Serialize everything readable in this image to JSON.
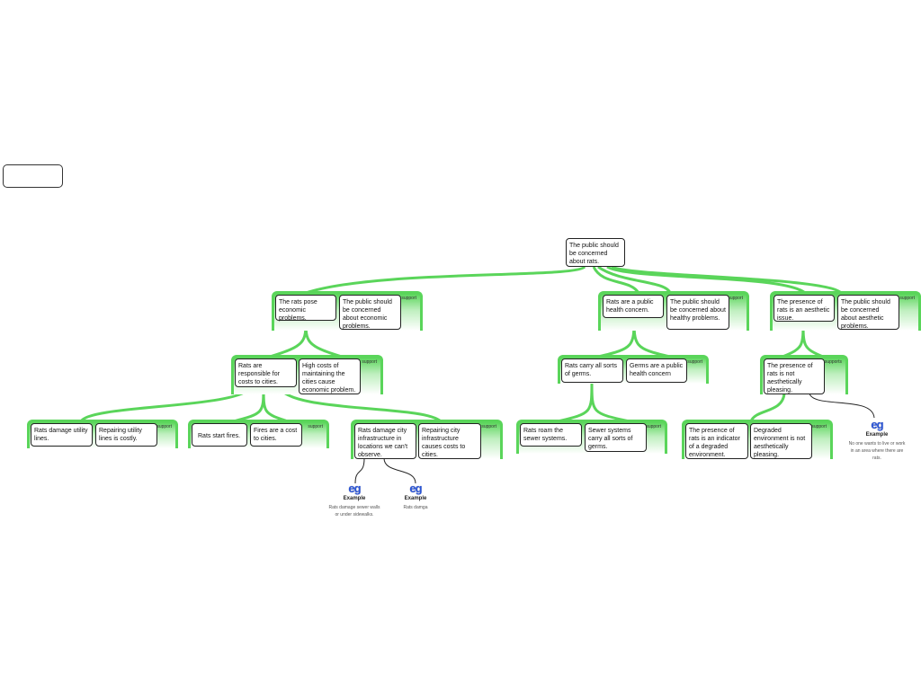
{
  "root": "The public should be concerned about rats.",
  "groups": [
    {
      "label": "support",
      "claim": "The rats pose economic problems.",
      "warrant": "The public should be concerned about economic problems."
    },
    {
      "label": "support",
      "claim": "Rats are a public health concern.",
      "warrant": "The public should be concerned about healthy problems."
    },
    {
      "label": "support",
      "claim": "The presence of rats is an aesthetic issue.",
      "warrant": "The public should be concerned about aesthetic problems."
    },
    {
      "label": "support",
      "claim": "Rats are responsible for costs to cities.",
      "warrant": "High costs of maintaining the cities cause economic problem."
    },
    {
      "label": "support",
      "claim": "Rats carry all sorts of germs.",
      "warrant": "Germs are a public health concern"
    },
    {
      "label": "supports",
      "claim": "The presence of rats is not aesthetically pleasing."
    },
    {
      "label": "support",
      "claim": "Rats damage utility lines.",
      "warrant": "Repairing utility lines is costly."
    },
    {
      "label": "support",
      "claim": "Rats start fires.",
      "warrant": "Fires are a cost to cities."
    },
    {
      "label": "support",
      "claim": "Rats damage city infrastructure in locations we can't observe.",
      "warrant": "Repairing city infrastructure causes costs to cities."
    },
    {
      "label": "support",
      "claim": "Rats roam the sewer systems.",
      "warrant": "Sewer systems carry all sorts of germs."
    },
    {
      "label": "support",
      "claim": "The presence of rats is an indicator of a degraded environment.",
      "warrant": "Degraded environment is not aesthetically pleasing."
    }
  ],
  "examples": [
    {
      "icon": "eg",
      "title": "Example",
      "text": "Rats damage sewer walls or under sidewalks."
    },
    {
      "icon": "eg",
      "title": "Example",
      "text": "Rats damga"
    },
    {
      "icon": "eg",
      "title": "Example",
      "text": "No one wants to live or work in an area where there are rats."
    }
  ]
}
